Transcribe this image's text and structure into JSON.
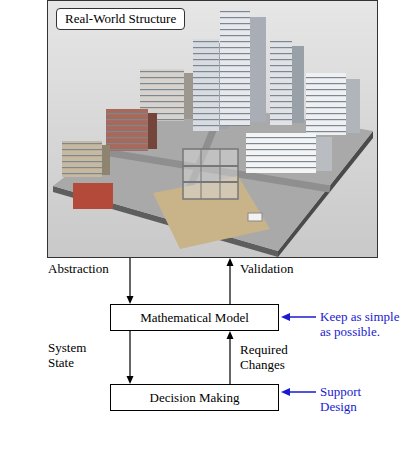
{
  "diagram": {
    "nodes": [
      {
        "text": [
          "Real-World Structure"
        ]
      },
      {
        "text": [
          "Mathematical Model"
        ]
      },
      {
        "text": [
          "Decision Making"
        ]
      }
    ],
    "edges": [
      {
        "from": 0,
        "to": 1,
        "label": "Abstraction",
        "arrow": "to"
      },
      {
        "from": 1,
        "to": 0,
        "label": "Validation",
        "arrow": "to"
      },
      {
        "from": 1,
        "to": 2,
        "label": "System State",
        "arrow": "to"
      },
      {
        "from": 2,
        "to": 1,
        "label": "Required Changes",
        "arrow": "to"
      }
    ],
    "labels": [
      "Keep as simple as possible.",
      "Support Design"
    ]
  }
}
